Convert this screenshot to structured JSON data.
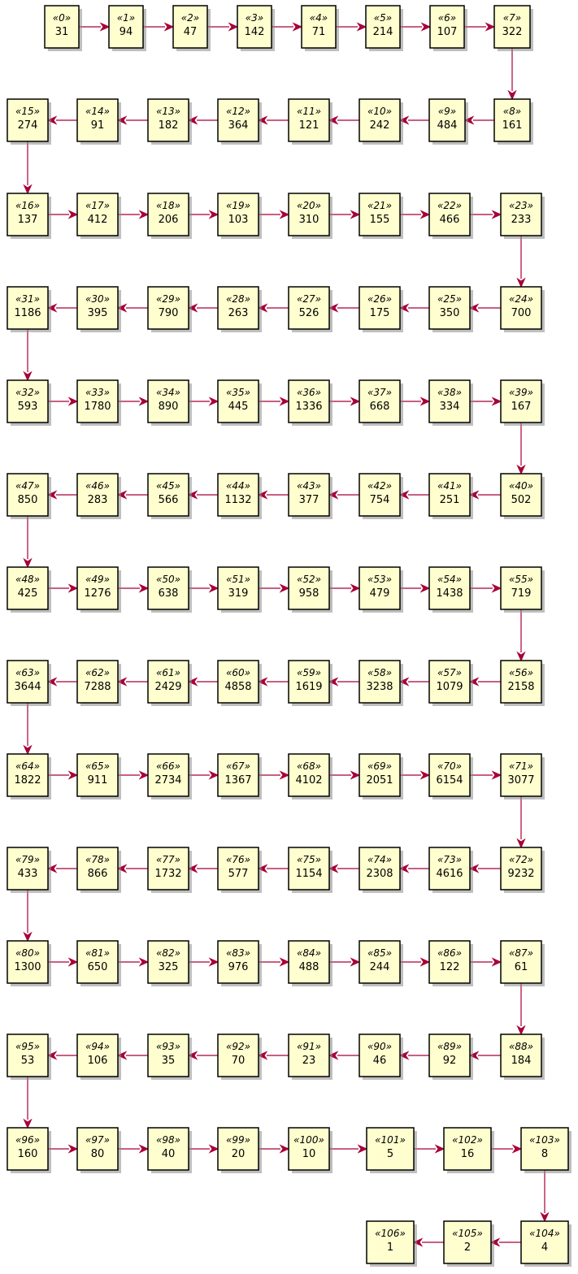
{
  "diagram": {
    "colors": {
      "node_fill": "#FEFECE",
      "node_border": "#000000",
      "edge": "#A80036"
    },
    "nodes": [
      {
        "stereotype": "«0»",
        "value": "31"
      },
      {
        "stereotype": "«1»",
        "value": "94"
      },
      {
        "stereotype": "«2»",
        "value": "47"
      },
      {
        "stereotype": "«3»",
        "value": "142"
      },
      {
        "stereotype": "«4»",
        "value": "71"
      },
      {
        "stereotype": "«5»",
        "value": "214"
      },
      {
        "stereotype": "«6»",
        "value": "107"
      },
      {
        "stereotype": "«7»",
        "value": "322"
      },
      {
        "stereotype": "«8»",
        "value": "161"
      },
      {
        "stereotype": "«9»",
        "value": "484"
      },
      {
        "stereotype": "«10»",
        "value": "242"
      },
      {
        "stereotype": "«11»",
        "value": "121"
      },
      {
        "stereotype": "«12»",
        "value": "364"
      },
      {
        "stereotype": "«13»",
        "value": "182"
      },
      {
        "stereotype": "«14»",
        "value": "91"
      },
      {
        "stereotype": "«15»",
        "value": "274"
      },
      {
        "stereotype": "«16»",
        "value": "137"
      },
      {
        "stereotype": "«17»",
        "value": "412"
      },
      {
        "stereotype": "«18»",
        "value": "206"
      },
      {
        "stereotype": "«19»",
        "value": "103"
      },
      {
        "stereotype": "«20»",
        "value": "310"
      },
      {
        "stereotype": "«21»",
        "value": "155"
      },
      {
        "stereotype": "«22»",
        "value": "466"
      },
      {
        "stereotype": "«23»",
        "value": "233"
      },
      {
        "stereotype": "«24»",
        "value": "700"
      },
      {
        "stereotype": "«25»",
        "value": "350"
      },
      {
        "stereotype": "«26»",
        "value": "175"
      },
      {
        "stereotype": "«27»",
        "value": "526"
      },
      {
        "stereotype": "«28»",
        "value": "263"
      },
      {
        "stereotype": "«29»",
        "value": "790"
      },
      {
        "stereotype": "«30»",
        "value": "395"
      },
      {
        "stereotype": "«31»",
        "value": "1186"
      },
      {
        "stereotype": "«32»",
        "value": "593"
      },
      {
        "stereotype": "«33»",
        "value": "1780"
      },
      {
        "stereotype": "«34»",
        "value": "890"
      },
      {
        "stereotype": "«35»",
        "value": "445"
      },
      {
        "stereotype": "«36»",
        "value": "1336"
      },
      {
        "stereotype": "«37»",
        "value": "668"
      },
      {
        "stereotype": "«38»",
        "value": "334"
      },
      {
        "stereotype": "«39»",
        "value": "167"
      },
      {
        "stereotype": "«40»",
        "value": "502"
      },
      {
        "stereotype": "«41»",
        "value": "251"
      },
      {
        "stereotype": "«42»",
        "value": "754"
      },
      {
        "stereotype": "«43»",
        "value": "377"
      },
      {
        "stereotype": "«44»",
        "value": "1132"
      },
      {
        "stereotype": "«45»",
        "value": "566"
      },
      {
        "stereotype": "«46»",
        "value": "283"
      },
      {
        "stereotype": "«47»",
        "value": "850"
      },
      {
        "stereotype": "«48»",
        "value": "425"
      },
      {
        "stereotype": "«49»",
        "value": "1276"
      },
      {
        "stereotype": "«50»",
        "value": "638"
      },
      {
        "stereotype": "«51»",
        "value": "319"
      },
      {
        "stereotype": "«52»",
        "value": "958"
      },
      {
        "stereotype": "«53»",
        "value": "479"
      },
      {
        "stereotype": "«54»",
        "value": "1438"
      },
      {
        "stereotype": "«55»",
        "value": "719"
      },
      {
        "stereotype": "«56»",
        "value": "2158"
      },
      {
        "stereotype": "«57»",
        "value": "1079"
      },
      {
        "stereotype": "«58»",
        "value": "3238"
      },
      {
        "stereotype": "«59»",
        "value": "1619"
      },
      {
        "stereotype": "«60»",
        "value": "4858"
      },
      {
        "stereotype": "«61»",
        "value": "2429"
      },
      {
        "stereotype": "«62»",
        "value": "7288"
      },
      {
        "stereotype": "«63»",
        "value": "3644"
      },
      {
        "stereotype": "«64»",
        "value": "1822"
      },
      {
        "stereotype": "«65»",
        "value": "911"
      },
      {
        "stereotype": "«66»",
        "value": "2734"
      },
      {
        "stereotype": "«67»",
        "value": "1367"
      },
      {
        "stereotype": "«68»",
        "value": "4102"
      },
      {
        "stereotype": "«69»",
        "value": "2051"
      },
      {
        "stereotype": "«70»",
        "value": "6154"
      },
      {
        "stereotype": "«71»",
        "value": "3077"
      },
      {
        "stereotype": "«72»",
        "value": "9232"
      },
      {
        "stereotype": "«73»",
        "value": "4616"
      },
      {
        "stereotype": "«74»",
        "value": "2308"
      },
      {
        "stereotype": "«75»",
        "value": "1154"
      },
      {
        "stereotype": "«76»",
        "value": "577"
      },
      {
        "stereotype": "«77»",
        "value": "1732"
      },
      {
        "stereotype": "«78»",
        "value": "866"
      },
      {
        "stereotype": "«79»",
        "value": "433"
      },
      {
        "stereotype": "«80»",
        "value": "1300"
      },
      {
        "stereotype": "«81»",
        "value": "650"
      },
      {
        "stereotype": "«82»",
        "value": "325"
      },
      {
        "stereotype": "«83»",
        "value": "976"
      },
      {
        "stereotype": "«84»",
        "value": "488"
      },
      {
        "stereotype": "«85»",
        "value": "244"
      },
      {
        "stereotype": "«86»",
        "value": "122"
      },
      {
        "stereotype": "«87»",
        "value": "61"
      },
      {
        "stereotype": "«88»",
        "value": "184"
      },
      {
        "stereotype": "«89»",
        "value": "92"
      },
      {
        "stereotype": "«90»",
        "value": "46"
      },
      {
        "stereotype": "«91»",
        "value": "23"
      },
      {
        "stereotype": "«92»",
        "value": "70"
      },
      {
        "stereotype": "«93»",
        "value": "35"
      },
      {
        "stereotype": "«94»",
        "value": "106"
      },
      {
        "stereotype": "«95»",
        "value": "53"
      },
      {
        "stereotype": "«96»",
        "value": "160"
      },
      {
        "stereotype": "«97»",
        "value": "80"
      },
      {
        "stereotype": "«98»",
        "value": "40"
      },
      {
        "stereotype": "«99»",
        "value": "20"
      },
      {
        "stereotype": "«100»",
        "value": "10"
      },
      {
        "stereotype": "«101»",
        "value": "5"
      },
      {
        "stereotype": "«102»",
        "value": "16"
      },
      {
        "stereotype": "«103»",
        "value": "8"
      },
      {
        "stereotype": "«104»",
        "value": "4"
      },
      {
        "stereotype": "«105»",
        "value": "2"
      },
      {
        "stereotype": "«106»",
        "value": "1"
      }
    ]
  }
}
